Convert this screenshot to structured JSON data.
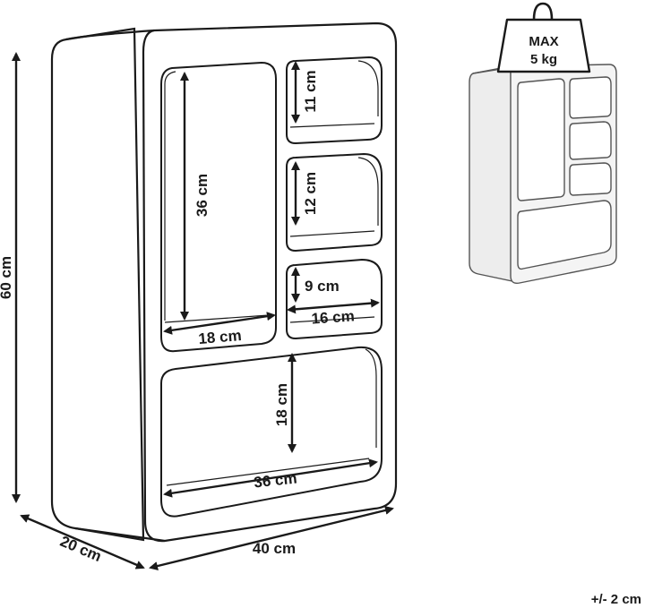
{
  "dimensions": {
    "height_total": "60 cm",
    "depth": "20 cm",
    "width_total": "40 cm",
    "tall_height": "36 cm",
    "tall_width": "18 cm",
    "top_small_height": "11 cm",
    "mid_small_height": "12 cm",
    "low_small_height": "9 cm",
    "small_width": "16 cm",
    "bottom_height": "18 cm",
    "bottom_width": "36 cm"
  },
  "weight": {
    "line1": "MAX",
    "line2": "5 kg"
  },
  "tolerance": "+/- 2 cm",
  "colors": {
    "line": "#1a1a1a",
    "shelf_fill": "#ffffff",
    "thumb_fill": "#e9e9e9"
  }
}
